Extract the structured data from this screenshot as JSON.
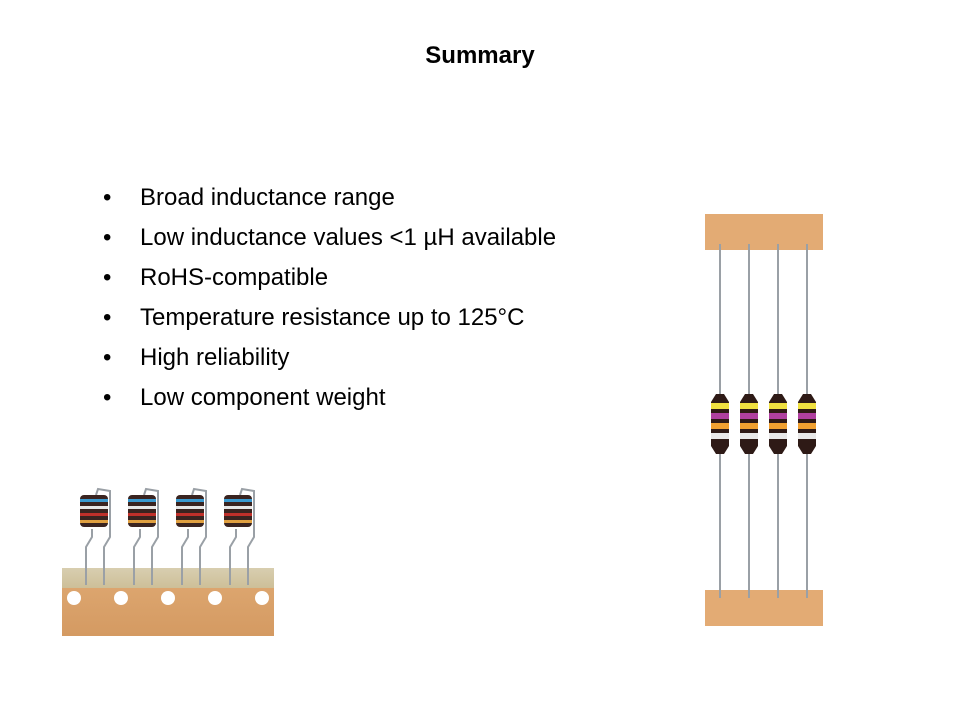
{
  "slide": {
    "title": "Summary",
    "bullets": [
      "Broad inductance range",
      "Low inductance values <1 µH available",
      "RoHS-compatible",
      "Temperature resistance up to 125°C",
      "High reliability",
      "Low component weight"
    ],
    "bullet_glyph": "•"
  },
  "images": {
    "taped_inductors_left": {
      "count": 4,
      "band_colors": [
        "#3a9ad0",
        "#e8e8e8",
        "#c0302a",
        "#e0a040"
      ]
    },
    "axial_inductors_right": {
      "count": 4,
      "band_colors": [
        "#f0e040",
        "#b040a0",
        "#f0a030",
        "#e8e8e8"
      ]
    },
    "tape_color": "#e0a870"
  }
}
